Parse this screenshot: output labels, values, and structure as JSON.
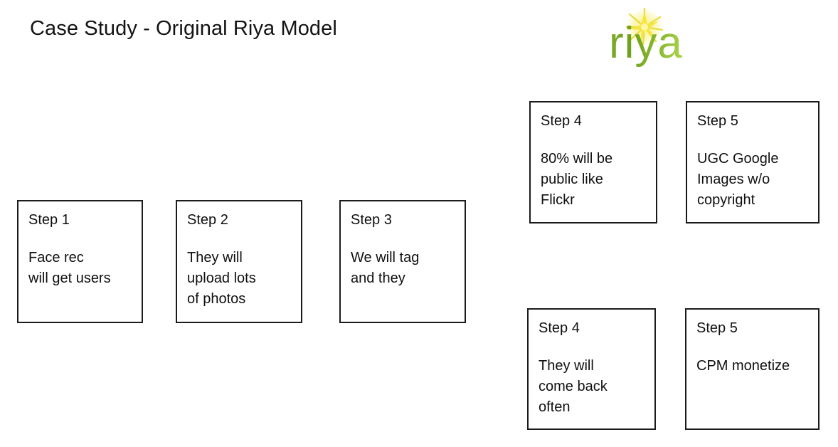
{
  "slide": {
    "title": "Case Study - Original Riya Model",
    "background_color": "#ffffff",
    "text_color": "#101010",
    "box_border_color": "#1b1b1b"
  },
  "logo": {
    "wordmark": "riya",
    "star_icon": "starburst-icon",
    "green_dark": "#6f9f1f",
    "green_light": "#c9e36a",
    "star_color": "#f2e73c"
  },
  "boxes": [
    {
      "id": "step-1",
      "heading": "Step 1",
      "body": "Face rec\nwill get users"
    },
    {
      "id": "step-2",
      "heading": "Step 2",
      "body": "They will\nupload lots\nof photos"
    },
    {
      "id": "step-3",
      "heading": "Step 3",
      "body": "We will tag\nand they"
    },
    {
      "id": "step-4-public",
      "heading": "Step 4",
      "body": "80% will be\npublic like\nFlickr"
    },
    {
      "id": "step-5-ugc",
      "heading": "Step 5",
      "body": "UGC Google\nImages w/o\ncopyright"
    },
    {
      "id": "step-4-return",
      "heading": "Step 4",
      "body": "They will\ncome back\noften"
    },
    {
      "id": "step-5-cpm",
      "heading": "Step 5",
      "body": "CPM monetize"
    }
  ]
}
